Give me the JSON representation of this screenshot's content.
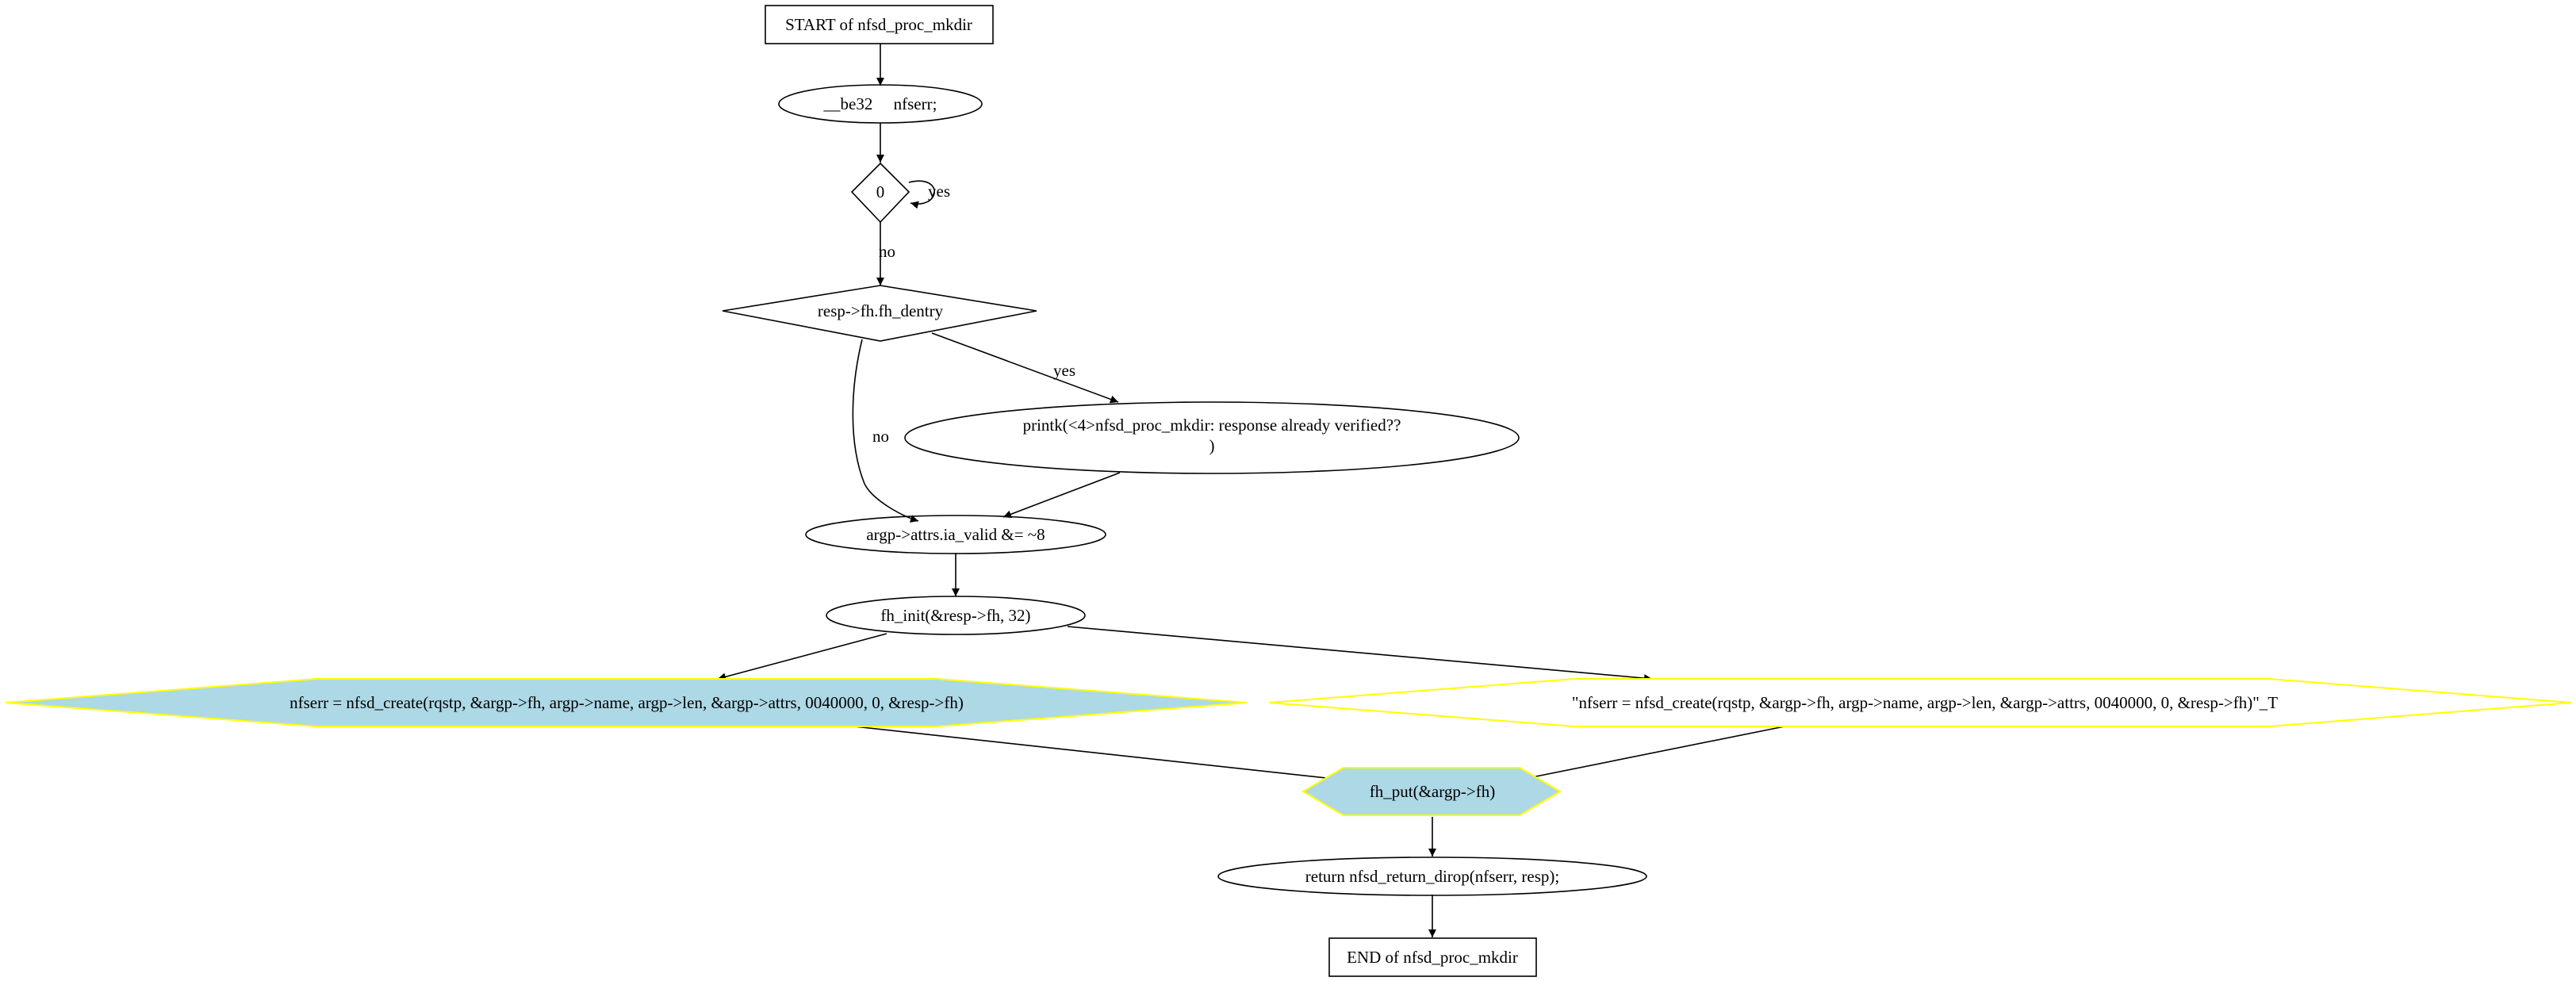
{
  "diagram": {
    "colors": {
      "highlight_fill": "#add8e6",
      "highlight_stroke": "#ffff00",
      "line": "#000000"
    },
    "nodes": {
      "start": "START of nfsd_proc_mkdir",
      "decl": "__be32     nfserr;",
      "cond_zero": "0",
      "cond_dentry": "resp->fh.fh_dentry",
      "printk_line1": "printk(<4>nfsd_proc_mkdir: response already verified??",
      "printk_line2": ")",
      "attrs": "argp->attrs.ia_valid &= ~8",
      "fh_init": "fh_init(&resp->fh, 32)",
      "create": "nfserr = nfsd_create(rqstp, &argp->fh, argp->name, argp->len, &argp->attrs, 0040000, 0, &resp->fh)",
      "create_str": "\"nfserr = nfsd_create(rqstp, &argp->fh, argp->name, argp->len, &argp->attrs, 0040000, 0, &resp->fh)\"_T",
      "fh_put": "fh_put(&argp->fh)",
      "return": "return nfsd_return_dirop(nfserr, resp);",
      "end": "END of nfsd_proc_mkdir"
    },
    "edge_labels": {
      "zero_yes": "yes",
      "zero_no": "no",
      "dentry_yes": "yes",
      "dentry_no": "no"
    }
  }
}
